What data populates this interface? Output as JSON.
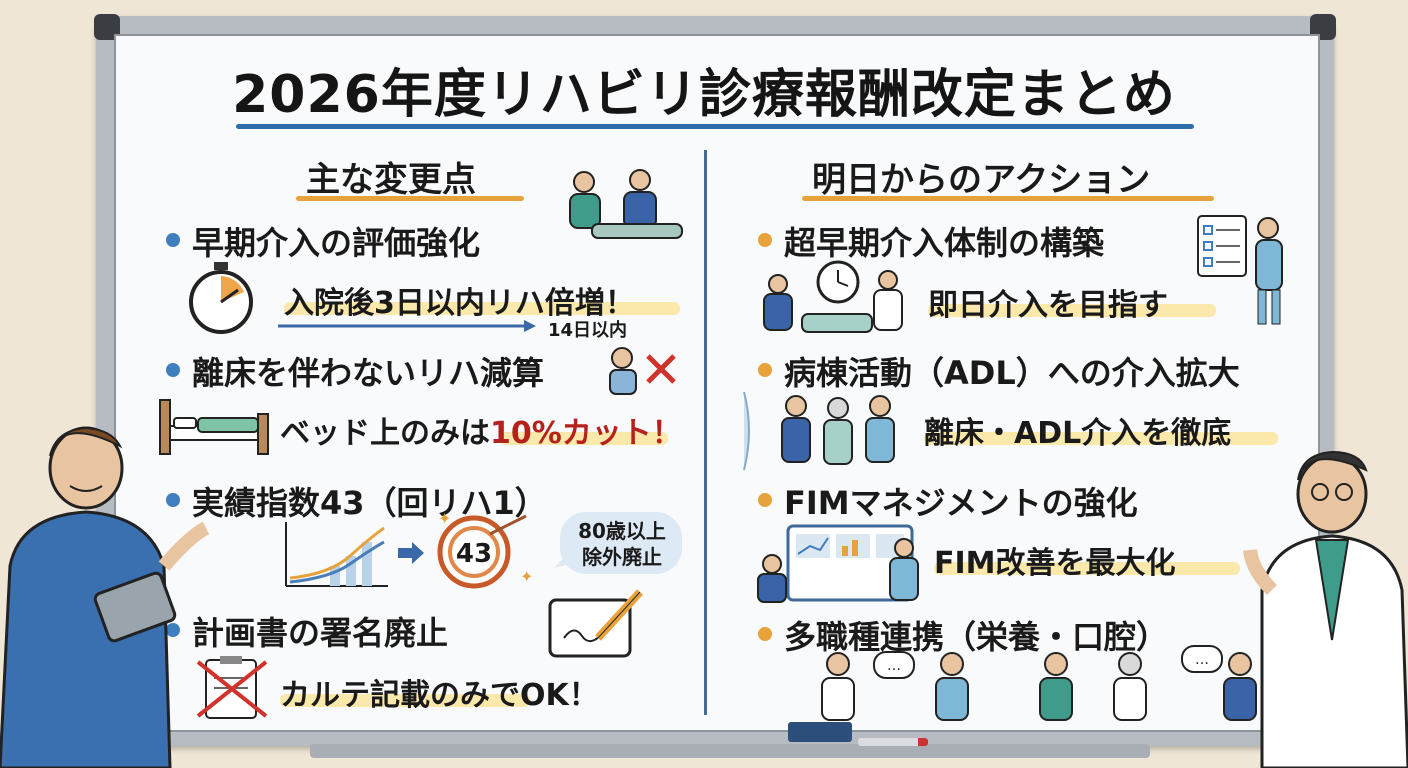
{
  "title": "2026年度リハビリ診療報酬改定まとめ",
  "left": {
    "heading": "主な変更点",
    "items": [
      {
        "label": "早期介入の評価強化",
        "detail": "入院後3日以内リハ倍増！",
        "note": "14日以内"
      },
      {
        "label": "離床を伴わないリハ減算",
        "detail_prefix": "ベッド上のみは",
        "detail_emph": "10%カット！"
      },
      {
        "label": "実績指数43（回リハ1）",
        "target_value": "43",
        "bubble": "80歳以上\n除外廃止"
      },
      {
        "label": "計画書の署名廃止",
        "detail": "カルテ記載のみでOK！"
      }
    ]
  },
  "right": {
    "heading": "明日からのアクション",
    "items": [
      {
        "label": "超早期介入体制の構築",
        "detail": "即日介入を目指す"
      },
      {
        "label": "病棟活動（ADL）への介入拡大",
        "detail": "離床・ADL介入を徹底"
      },
      {
        "label": "FIMマネジメントの強化",
        "detail": "FIM改善を最大化"
      },
      {
        "label": "多職種連携（栄養・口腔）"
      }
    ]
  },
  "colors": {
    "accent_blue": "#2f6ea8",
    "accent_orange": "#e8a23b",
    "highlight": "#fbe7a6",
    "emphasis_red": "#b7211c"
  },
  "icons": [
    "stopwatch-icon",
    "bed-icon",
    "cross-icon",
    "growth-chart-icon",
    "target-icon",
    "speech-bubble-icon",
    "tablet-sign-icon",
    "clipboard-crossed-icon",
    "clock-icon",
    "checklist-icon",
    "dashboard-icon",
    "chat-bubble-icon"
  ]
}
